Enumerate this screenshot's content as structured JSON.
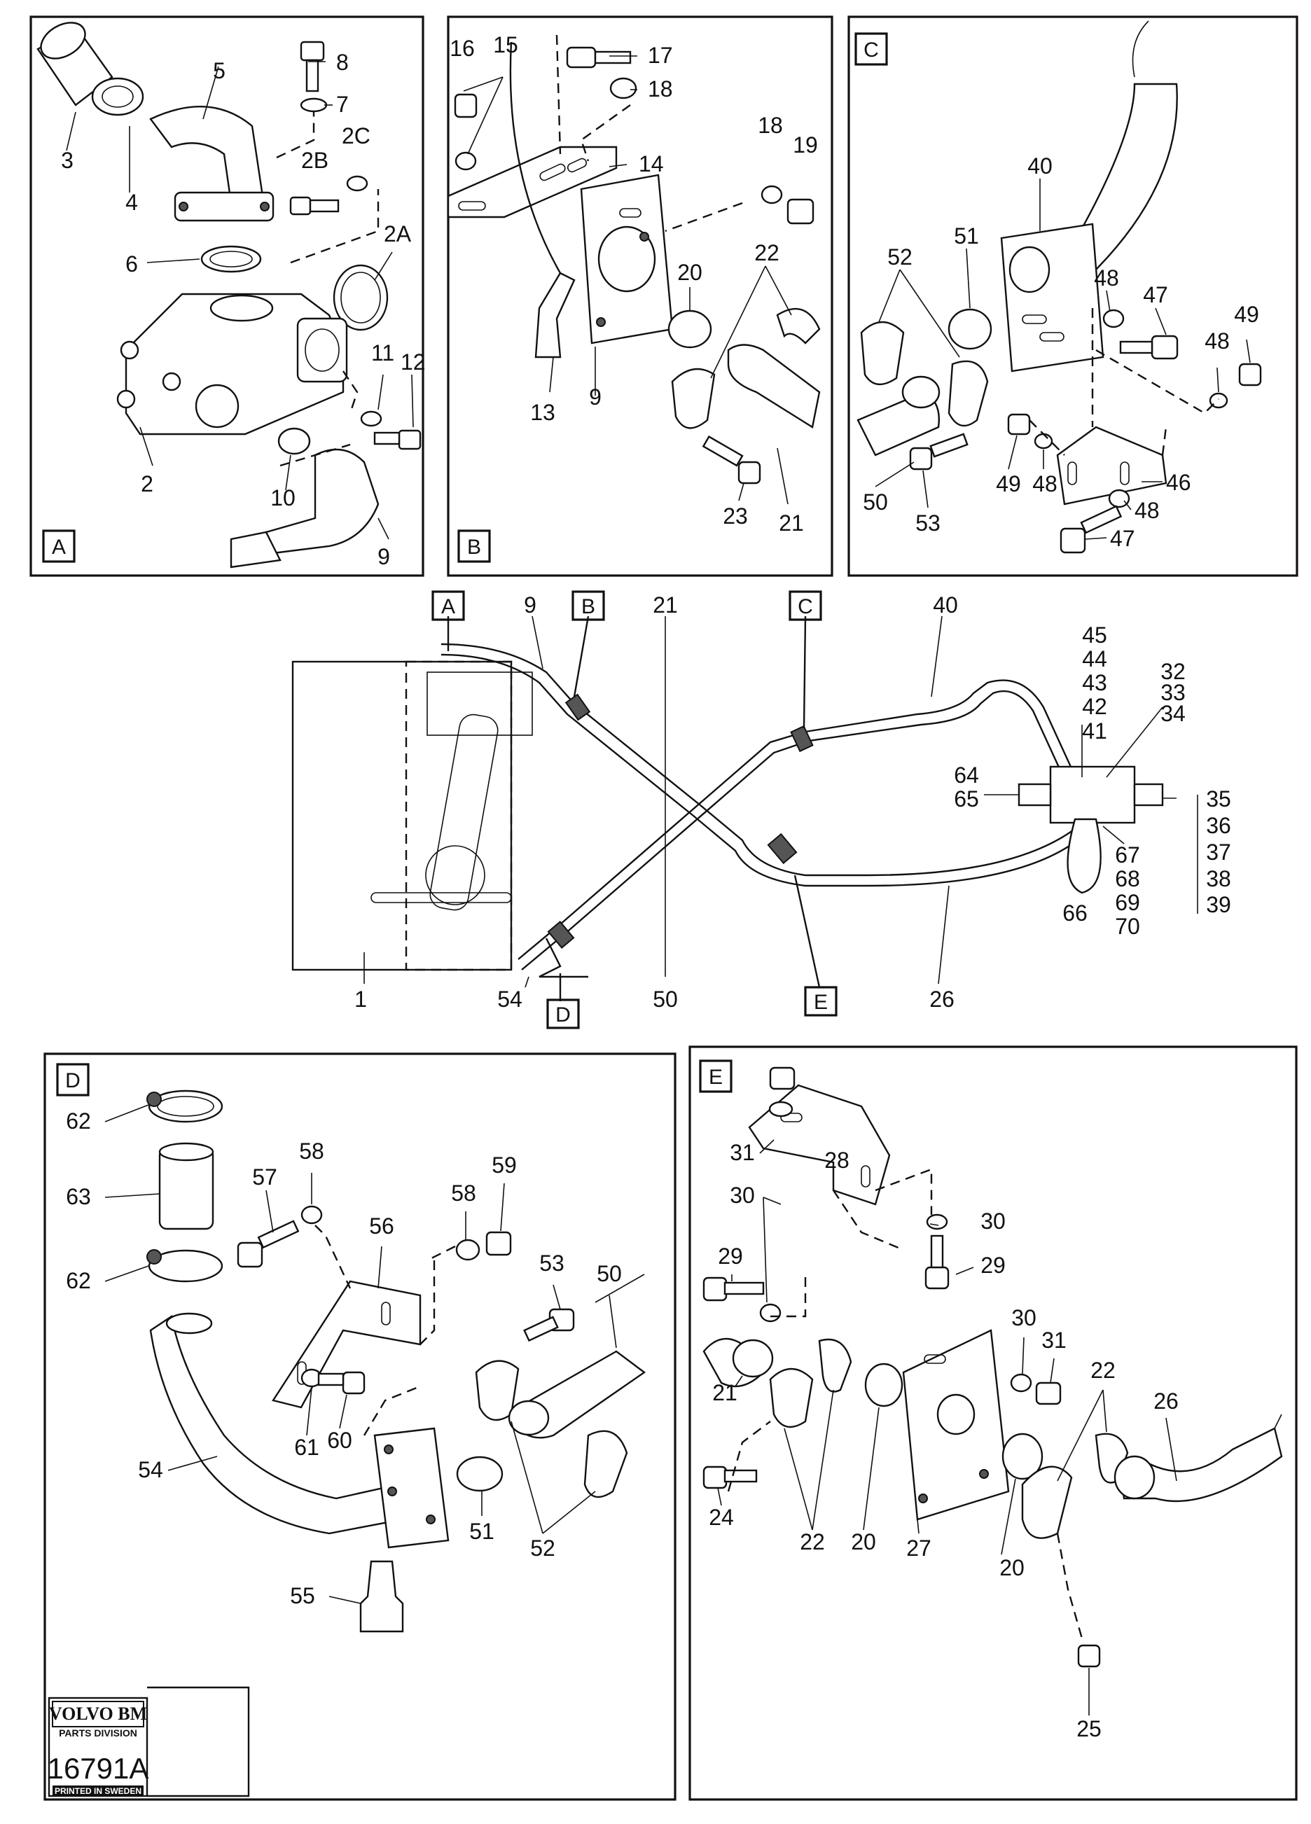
{
  "panels": {
    "A": {
      "letter": "A",
      "labels": [
        "3",
        "4",
        "5",
        "8",
        "7",
        "2B",
        "2C",
        "6",
        "2A",
        "11",
        "12",
        "2",
        "10",
        "9"
      ]
    },
    "B": {
      "letter": "B",
      "labels": [
        "16",
        "15",
        "17",
        "18",
        "18",
        "19",
        "14",
        "22",
        "20",
        "13",
        "9",
        "23",
        "21"
      ]
    },
    "C": {
      "letter": "C",
      "labels": [
        "40",
        "51",
        "52",
        "48",
        "47",
        "49",
        "48",
        "50",
        "53",
        "49",
        "48",
        "46",
        "48",
        "47"
      ]
    },
    "D": {
      "letter": "D",
      "labels": [
        "62",
        "63",
        "62",
        "57",
        "58",
        "56",
        "58",
        "59",
        "53",
        "50",
        "54",
        "61",
        "60",
        "51",
        "52",
        "55"
      ]
    },
    "E": {
      "letter": "E",
      "labels": [
        "31",
        "28",
        "30",
        "30",
        "29",
        "29",
        "30",
        "31",
        "22",
        "21",
        "26",
        "24",
        "22",
        "20",
        "27",
        "20",
        "25"
      ]
    }
  },
  "overview": {
    "callouts": {
      "A": "A",
      "B": "B",
      "C": "C",
      "D": "D",
      "E": "E"
    },
    "labels": [
      "9",
      "21",
      "40",
      "45",
      "44",
      "43",
      "42",
      "41",
      "32",
      "33",
      "34",
      "64",
      "65",
      "35",
      "36",
      "37",
      "38",
      "39",
      "67",
      "68",
      "69",
      "70",
      "66",
      "1",
      "54",
      "50",
      "26"
    ]
  },
  "stamp": {
    "brand": "VOLVO BM",
    "division": "PARTS DIVISION",
    "number": "16791A",
    "printed": "PRINTED IN SWEDEN"
  },
  "colors": {
    "ink": "#111111",
    "paper": "#ffffff"
  }
}
